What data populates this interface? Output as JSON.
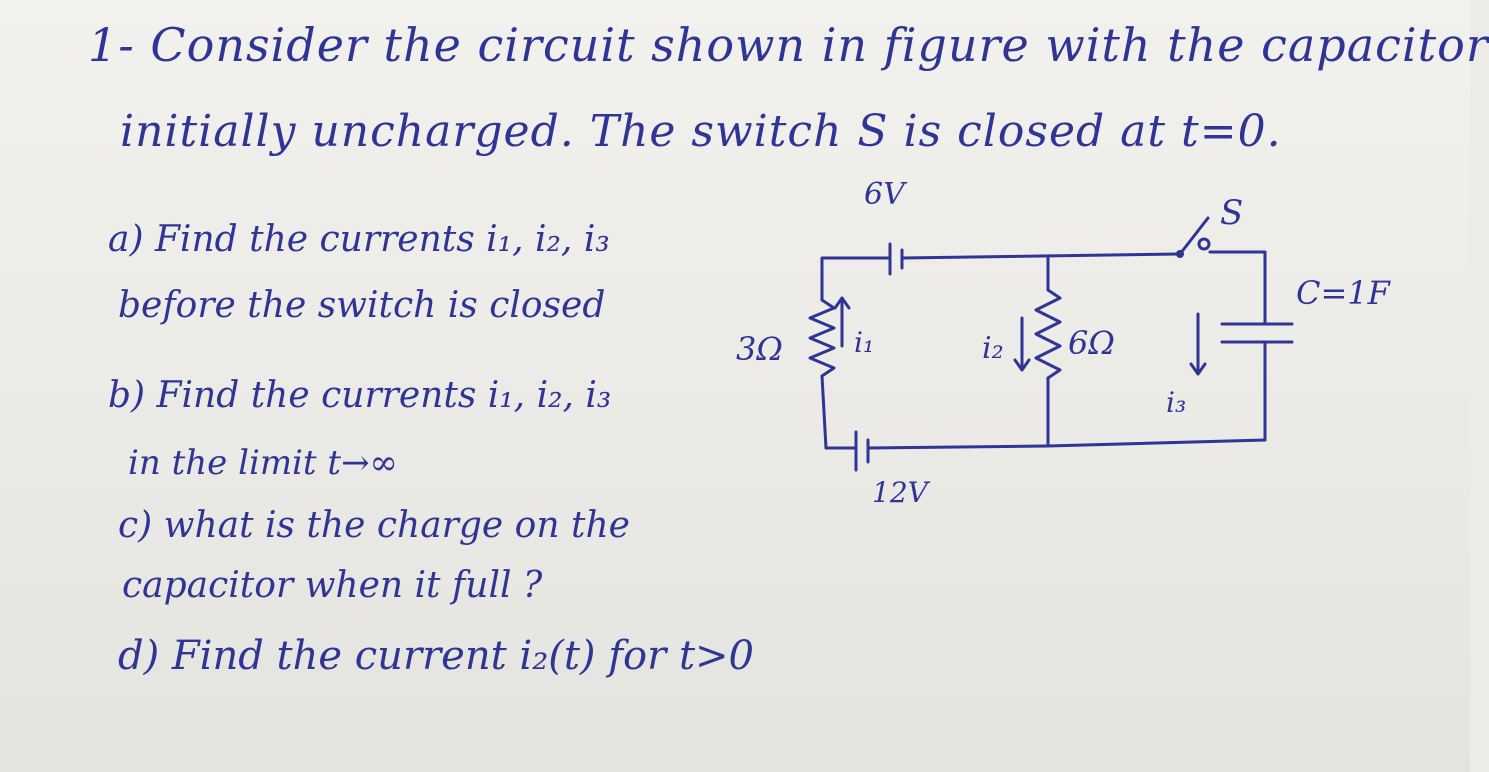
{
  "problem": {
    "line1": "1- Consider the circuit shown in figure with the capacitor",
    "line2": "initially uncharged. The switch S is closed at t=0.",
    "part_a_line1": "a) Find the currents i₁, i₂, i₃",
    "part_a_line2": "before the switch is closed",
    "part_b_line1": "b) Find the currents i₁, i₂, i₃",
    "part_b_line2": "in the limit t→∞",
    "part_c_line1": "c) what is the charge on the",
    "part_c_line2": "capacitor when it full ?",
    "part_d": "d) Find the current i₂(t) for t>0"
  },
  "circuit": {
    "battery_top_label": "6V",
    "battery_bottom_label": "12V",
    "r1_label": "3Ω",
    "r2_label": "6Ω",
    "current_1_label": "i₁",
    "current_2_label": "i₂",
    "current_3_label": "i₃",
    "switch_label": "S",
    "capacitor_label": "C=1F"
  },
  "colors": {
    "ink": "#2f3594",
    "paper": "#ecebe8"
  }
}
